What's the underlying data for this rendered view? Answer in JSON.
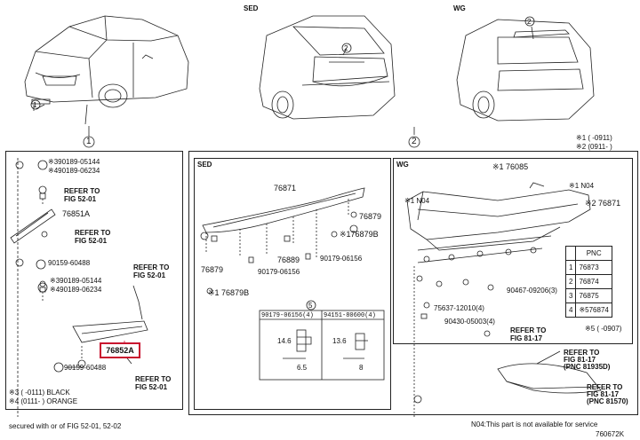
{
  "variants": {
    "sedan": "SED",
    "wagon": "WG"
  },
  "top_notes": {
    "n1": "※1 (    -0911)",
    "n2": "※2 (0911-    )"
  },
  "circled": {
    "c1": "1",
    "c2": "2",
    "c5": "5"
  },
  "left_panel": {
    "p1": "※390189-05144",
    "p2": "※490189-06234",
    "ref1_a": "REFER TO",
    "ref1_b": "FIG 52-01",
    "part_76851A": "76851A",
    "ref2_a": "REFER TO",
    "ref2_b": "FIG 52-01",
    "p3": "90159-60488",
    "ref3_a": "REFER TO",
    "ref3_b": "FIG 52-01",
    "p4": "※390189-05144",
    "p5": "※490189-06234",
    "highlight": "76852A",
    "p6": "90159-60488",
    "ref4_a": "REFER TO",
    "ref4_b": "FIG 52-01",
    "leg1": "※3 (    -0111) BLACK",
    "leg2": "※4 (0111-    ) ORANGE"
  },
  "bottom_note": "secured with      or      of FIG 52-01, 52-02",
  "sed_panel": {
    "part_76871": "76871",
    "part_76879_r": "76879",
    "part_76879B": "※176879B",
    "part_76879_l": "76879",
    "part_90179_a": "90179-06156",
    "part_76889": "76889",
    "part_90179_b": "90179-06156",
    "part_76879B_l": "※1 76879B",
    "detail_left_title": "90179-06156(4)",
    "detail_right_title": "94151-80600(4)",
    "dim_a1": "14.6",
    "dim_a2": "6.5",
    "dim_b1": "13.6",
    "dim_b2": "8"
  },
  "wg_panel": {
    "part_76085": "※1 76085",
    "n04_a": "※1 N04",
    "n04_b": "※1 N04",
    "part_76871": "※2 76871",
    "p_90467": "90467-09206(3)",
    "p_75637": "75637-12010(4)",
    "p_90430": "90430-05003(4)",
    "ref1_a": "REFER TO",
    "ref1_b": "FIG 81-17",
    "ref2_a": "REFER TO",
    "ref2_b": "FIG 81-17",
    "ref2_c": "(PNC 81935D)",
    "ref3_a": "REFER TO",
    "ref3_b": "FIG 81-17",
    "ref3_c": "(PNC 81570)",
    "pnc_note": "※5 (    -0907)",
    "pnc_header": "PNC",
    "pnc_rows": [
      {
        "no": "1",
        "pnc": "76873"
      },
      {
        "no": "2",
        "pnc": "76874"
      },
      {
        "no": "3",
        "pnc": "76875"
      },
      {
        "no": "4",
        "pnc": "※576874"
      }
    ]
  },
  "footer": {
    "note": "N04:This part is not available for service",
    "code": "760672K"
  }
}
